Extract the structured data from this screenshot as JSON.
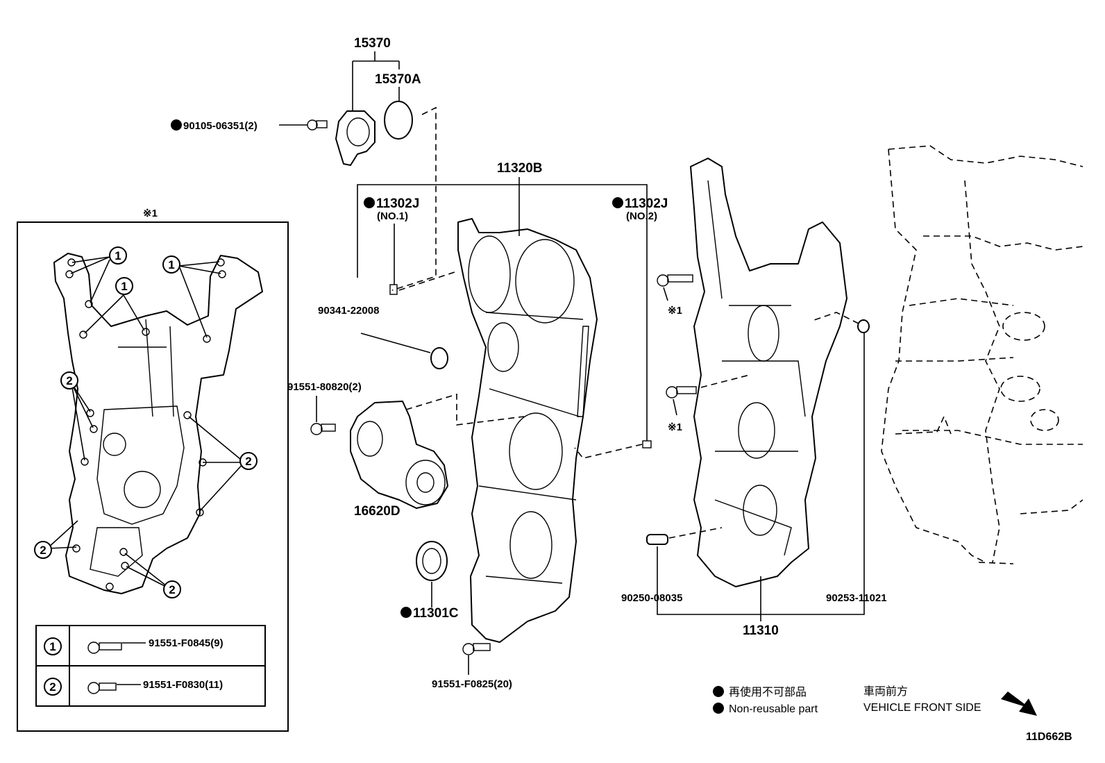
{
  "labels": {
    "p15370": "15370",
    "p15370A": "15370A",
    "p90105": "90105-06351(2)",
    "p11320B": "11320B",
    "p11302J_1": "11302J",
    "p11302J_1_sub": "(NO.1)",
    "p11302J_2": "11302J",
    "p11302J_2_sub": "(NO.2)",
    "p90341": "90341-22008",
    "p91551_80820": "91551-80820(2)",
    "p16620D": "16620D",
    "p11301C": "11301C",
    "p91551_F0825": "91551-F0825(20)",
    "p90250": "90250-08035",
    "p90253": "90253-11021",
    "p11310": "11310",
    "note1_a": "※1",
    "note1_b": "※1",
    "note1_box": "※1"
  },
  "inset": {
    "callout_1": "1",
    "callout_2": "2",
    "table": [
      {
        "key": "1",
        "part": "91551-F0845(9)"
      },
      {
        "key": "2",
        "part": "91551-F0830(11)"
      }
    ]
  },
  "legend": {
    "jp_nonreusable": "再使用不可部品",
    "en_nonreusable": "Non-reusable part",
    "jp_front": "車両前方",
    "en_front": "VEHICLE FRONT SIDE"
  },
  "figure_id": "11D662B"
}
